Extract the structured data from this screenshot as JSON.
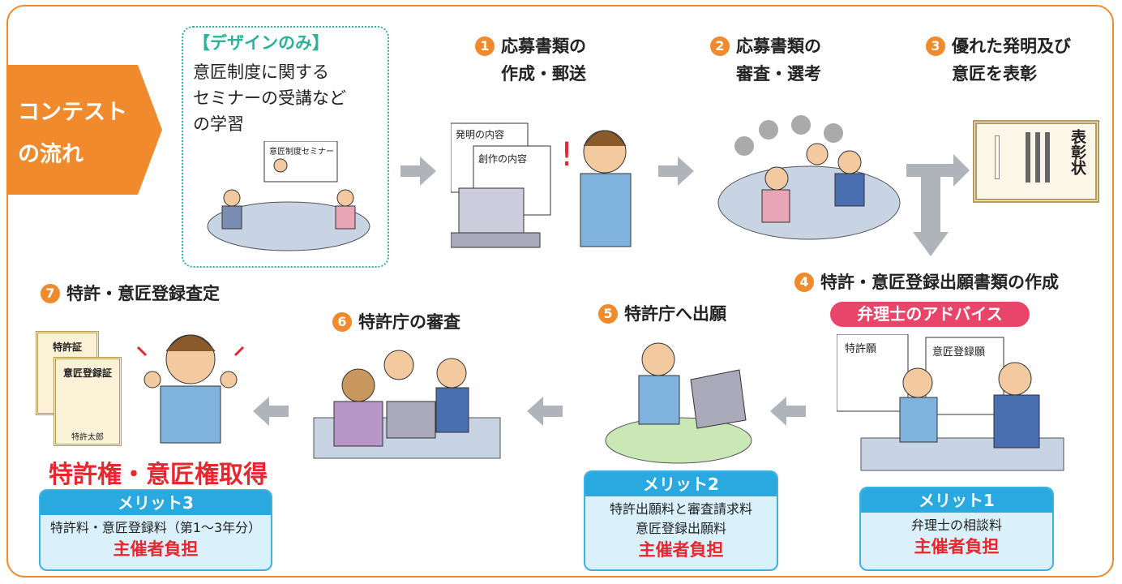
{
  "tag": {
    "line1": "コンテスト",
    "line2": "の流れ"
  },
  "intro": {
    "title": "【デザインのみ】",
    "line1": "意匠制度に関する",
    "line2": "セミナーの受講など",
    "line3": "の学習",
    "board": "意匠制度セミナー"
  },
  "steps": [
    {
      "num": "1",
      "line1": "応募書類の",
      "line2": "作成・郵送"
    },
    {
      "num": "2",
      "line1": "応募書類の",
      "line2": "審査・選考"
    },
    {
      "num": "3",
      "line1": "優れた発明及び",
      "line2": "意匠を表彰"
    },
    {
      "num": "4",
      "line1": "特許・意匠登録出願書類の作成"
    },
    {
      "num": "5",
      "line1": "特許庁へ出願"
    },
    {
      "num": "6",
      "line1": "特許庁の審査"
    },
    {
      "num": "7",
      "line1": "特許・意匠登録査定"
    }
  ],
  "docs1": {
    "a": "発明の内容",
    "b": "創作の内容"
  },
  "award": {
    "title": "表彰状"
  },
  "advice": "弁理士のアドバイス",
  "docs4": {
    "a": "特許願",
    "b": "意匠登録願"
  },
  "certs": {
    "a": "特許証",
    "b": "意匠登録証",
    "c": "特許太郎"
  },
  "result": "特許権・意匠権取得",
  "merits": [
    {
      "title": "メリット1",
      "line1": "弁理士の相談料",
      "line2": "",
      "burden": "主催者負担"
    },
    {
      "title": "メリット2",
      "line1": "特許出願料と審査請求料",
      "line2": "意匠登録出願料",
      "burden": "主催者負担"
    },
    {
      "title": "メリット3",
      "line1": "特許料・意匠登録料（第1～3年分）",
      "line2": "",
      "burden": "主催者負担"
    }
  ],
  "colors": {
    "accent": "#f08a2c",
    "pink": "#e9456a",
    "blue": "#2aa8e0",
    "red": "#e8262d",
    "green": "#2bb39a"
  }
}
